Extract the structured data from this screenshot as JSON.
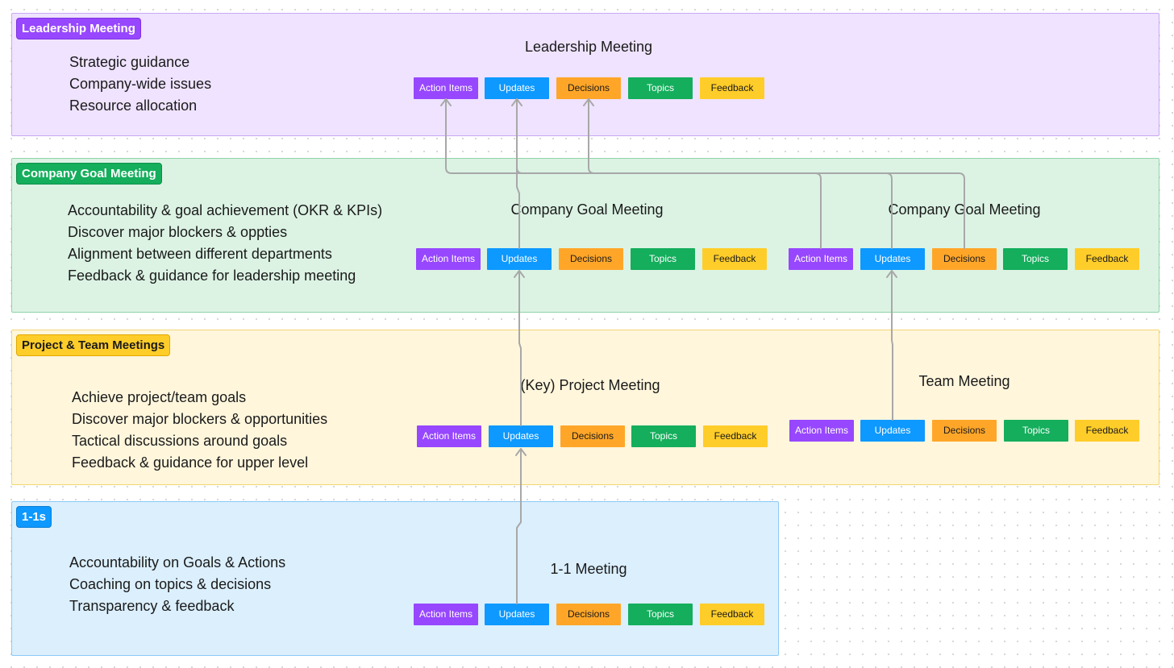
{
  "colors": {
    "action_items": "#9747ff",
    "updates": "#0d99ff",
    "decisions": "#ffa629",
    "topics": "#14ae5c",
    "feedback": "#ffcd29",
    "connector": "#a8a8a8"
  },
  "chips": [
    "Action Items",
    "Updates",
    "Decisions",
    "Topics",
    "Feedback"
  ],
  "leadership": {
    "tag": "Leadership Meeting",
    "bullets": [
      "Strategic guidance",
      "Company-wide issues",
      "Resource allocation"
    ],
    "meeting_title": "Leadership Meeting"
  },
  "company": {
    "tag": "Company Goal Meeting",
    "bullets": [
      "Accountability & goal achievement (OKR & KPIs)",
      "Discover major blockers & oppties",
      "Alignment between different departments",
      "Feedback & guidance for leadership meeting"
    ],
    "meeting_a_title": "Company Goal Meeting",
    "meeting_b_title": "Company Goal Meeting"
  },
  "project": {
    "tag": "Project & Team Meetings",
    "bullets": [
      "Achieve project/team goals",
      "Discover major blockers & opportunities",
      "Tactical discussions around goals",
      "Feedback & guidance for upper level"
    ],
    "meeting_a_title": "(Key) Project Meeting",
    "meeting_b_title": "Team Meeting"
  },
  "one_on_one": {
    "tag": "1-1s",
    "bullets": [
      "Accountability on Goals & Actions",
      "Coaching on topics & decisions",
      "Transparency & feedback"
    ],
    "meeting_title": "1-1 Meeting"
  }
}
